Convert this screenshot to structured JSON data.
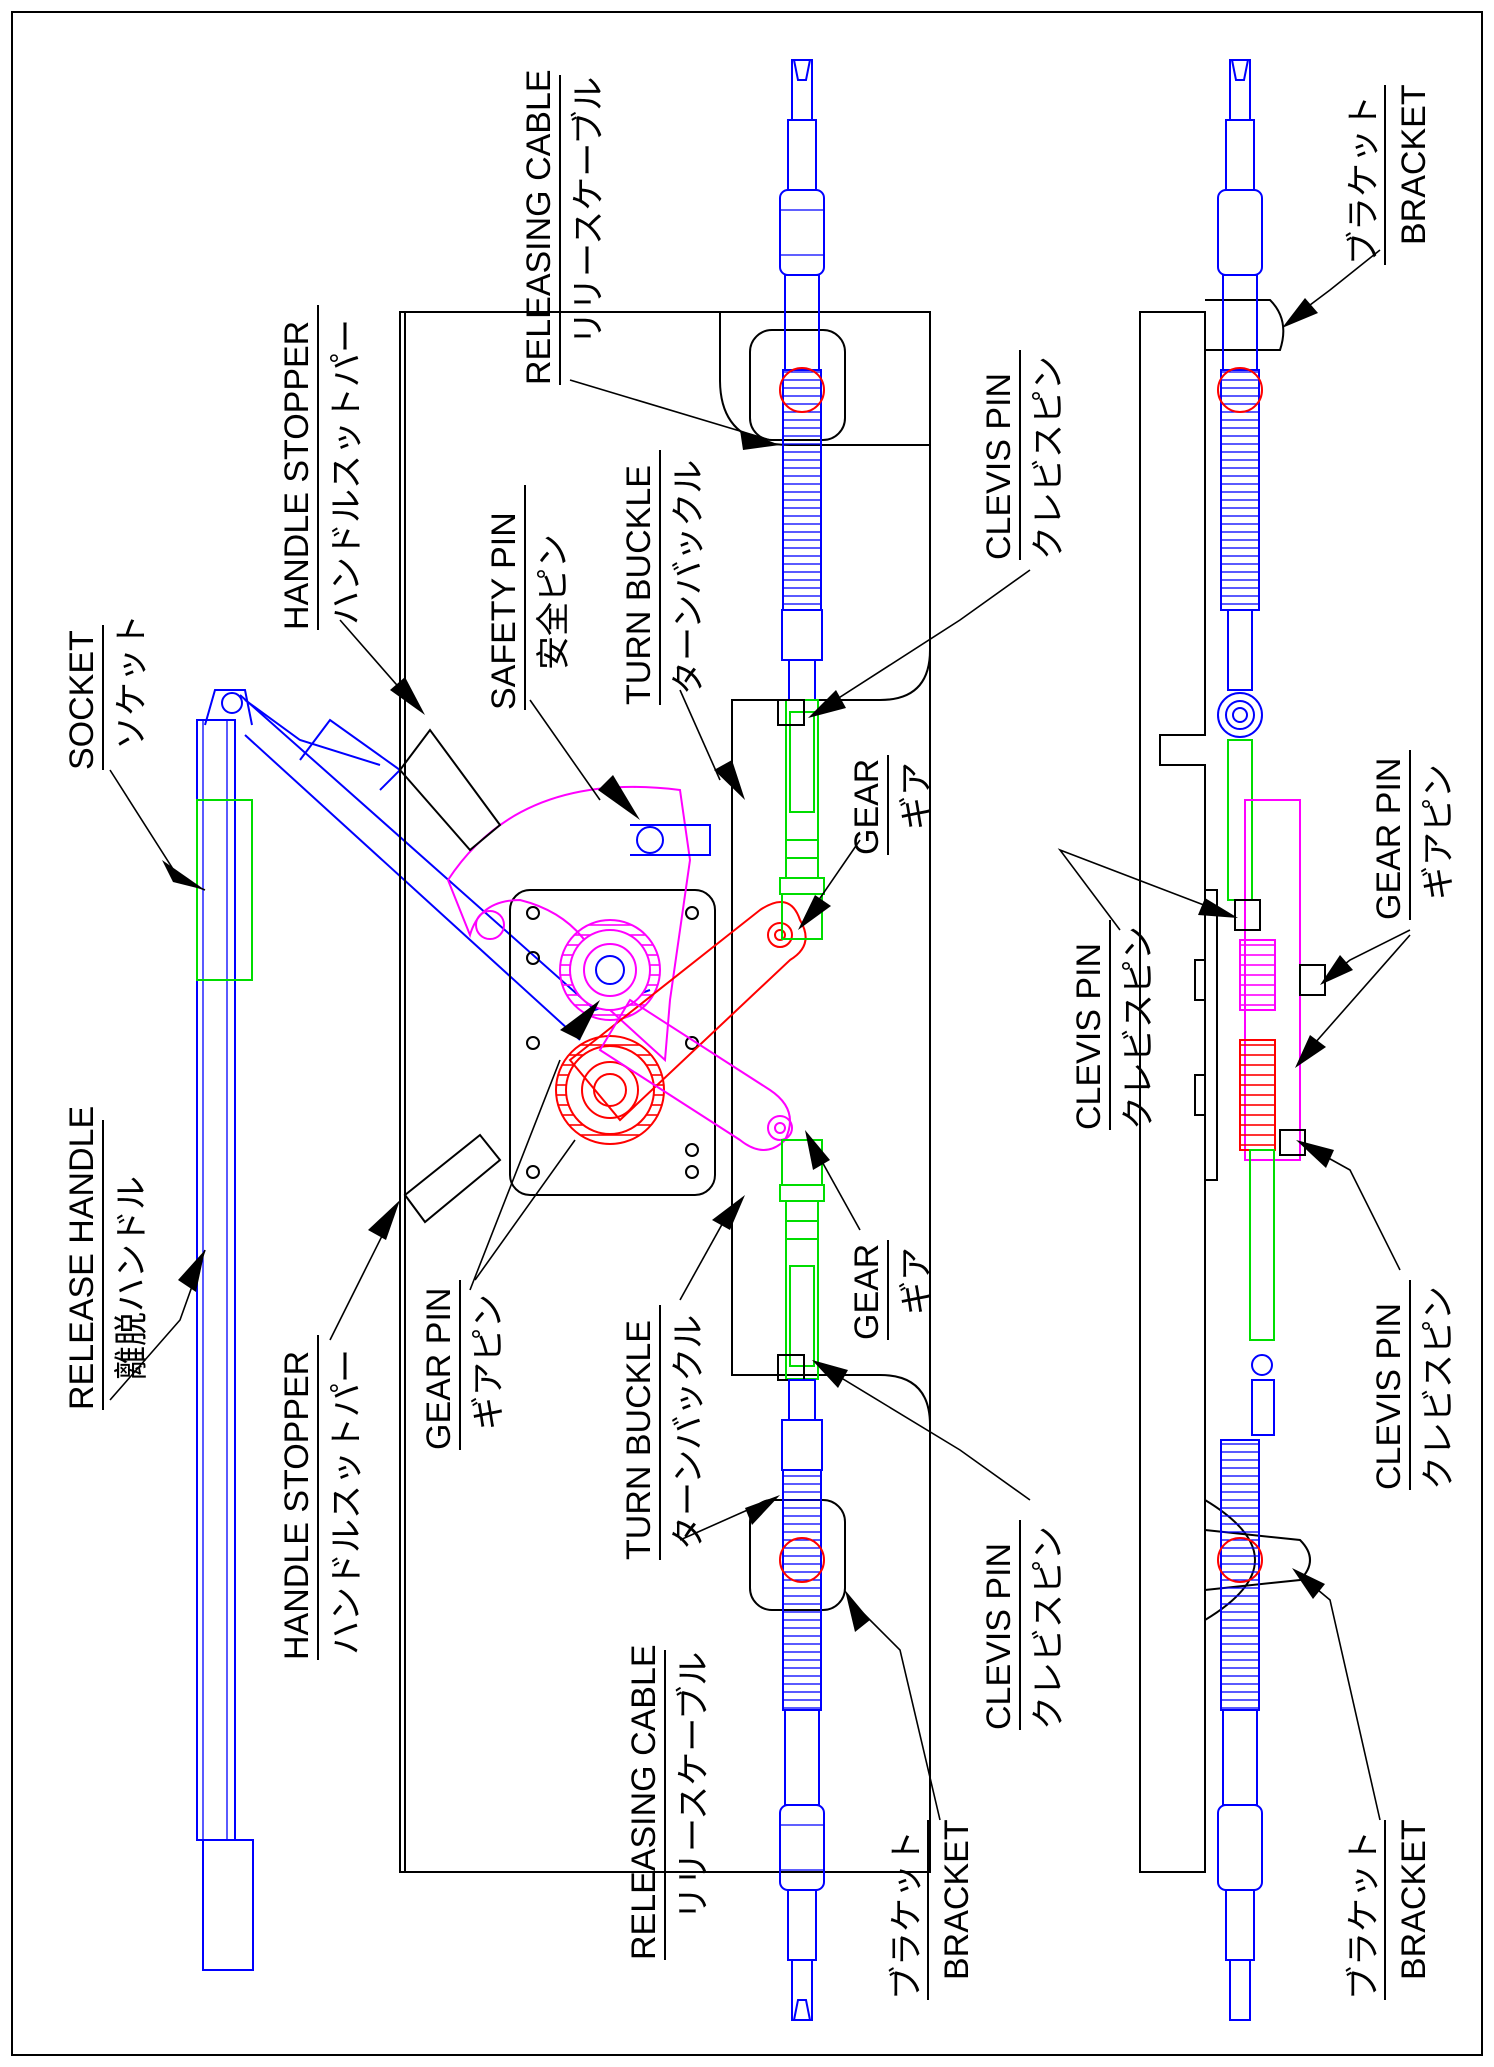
{
  "colors": {
    "frame": "#000000",
    "cable": "#0000ff",
    "turnbuckle": "#00dd00",
    "gear_red": "#ff0000",
    "stopper_magenta": "#ff00ff"
  },
  "labels": {
    "release_handle": {
      "en": "RELEASE HANDLE",
      "ja": "離脱ハンドル"
    },
    "socket": {
      "en": "SOCKET",
      "ja": "ソケット"
    },
    "handle_stopper_top": {
      "en": "HANDLE STOPPER",
      "ja": "ハンドルスットパー"
    },
    "handle_stopper_bottom": {
      "en": "HANDLE STOPPER",
      "ja": "ハンドルスットパー"
    },
    "safety_pin": {
      "en": "SAFETY PIN",
      "ja": "安全ピン"
    },
    "gear_pin_left": {
      "en": "GEAR PIN",
      "ja": "ギアピン"
    },
    "turn_buckle_top": {
      "en": "TURN BUCKLE",
      "ja": "ターンバックル"
    },
    "turn_buckle_bottom": {
      "en": "TURN BUCKLE",
      "ja": "ターンバックル"
    },
    "releasing_cable_top": {
      "en": "RELEASING CABLE",
      "ja": "リリースケーブル"
    },
    "releasing_cable_bottom": {
      "en": "RELEASING CABLE",
      "ja": "リリースケーブル"
    },
    "gear_top": {
      "en": "GEAR",
      "ja": "ギア"
    },
    "gear_bottom": {
      "en": "GEAR",
      "ja": "ギア"
    },
    "clevis_pin_top": {
      "en": "CLEVIS PIN",
      "ja": "クレビスピン"
    },
    "clevis_pin_bottom": {
      "en": "CLEVIS PIN",
      "ja": "クレビスピン"
    },
    "bracket_left": {
      "en": "BRACKET",
      "ja": "ブラケット"
    },
    "clevis_pin_side_upper": {
      "en": "CLEVIS PIN",
      "ja": "クレビスピン"
    },
    "gear_pin_side": {
      "en": "GEAR PIN",
      "ja": "ギアピン"
    },
    "clevis_pin_side_lower": {
      "en": "CLEVIS PIN",
      "ja": "クレビスピン"
    },
    "bracket_right_top": {
      "en": "BRACKET",
      "ja": "ブラケット"
    },
    "bracket_right_bottom": {
      "en": "BRACKET",
      "ja": "ブラケット"
    }
  }
}
